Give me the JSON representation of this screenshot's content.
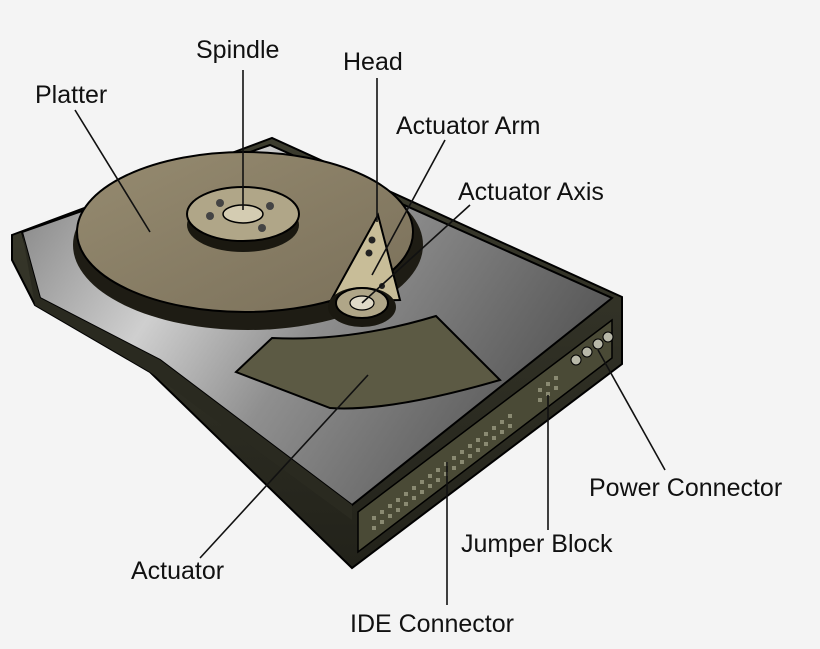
{
  "labels": {
    "spindle": "Spindle",
    "head": "Head",
    "platter": "Platter",
    "actuator_arm": "Actuator Arm",
    "actuator_axis": "Actuator Axis",
    "power_connector": "Power Connector",
    "jumper_block": "Jumper Block",
    "actuator": "Actuator",
    "ide_connector": "IDE Connector"
  },
  "colors": {
    "background": "#f4f4f4",
    "casing_dark": "#2b2b22",
    "casing_top": "#9a9a9a",
    "platter": "#8a7f66",
    "platter_shadow": "#1e1c14",
    "connector_panel": "#4a4a36",
    "lines": "#111111"
  }
}
